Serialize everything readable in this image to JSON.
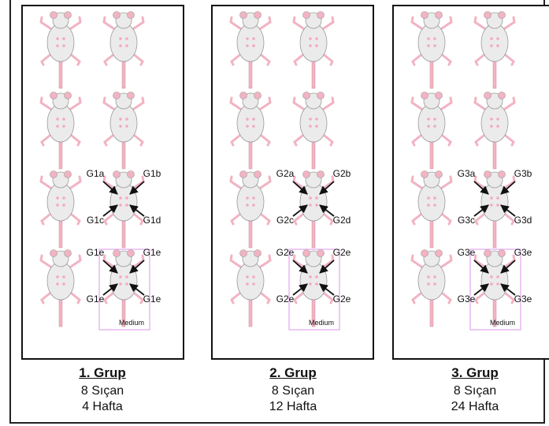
{
  "groups": [
    {
      "title": "1. Grup",
      "count": "8 Sıçan",
      "duration": "4 Hafta",
      "row3_labels": [
        "G1a",
        "G1b",
        "G1c",
        "G1d"
      ],
      "row4_labels": [
        "G1e",
        "G1e",
        "G1e",
        "G1e"
      ],
      "medium_label": "Medium"
    },
    {
      "title": "2. Grup",
      "count": "8 Sıçan",
      "duration": "12 Hafta",
      "row3_labels": [
        "G2a",
        "G2b",
        "G2c",
        "G2d"
      ],
      "row4_labels": [
        "G2e",
        "G2e",
        "G2e",
        "G2e"
      ],
      "medium_label": "Medium"
    },
    {
      "title": "3. Grup",
      "count": "8 Sıçan",
      "duration": "24 Hafta",
      "row3_labels": [
        "G3a",
        "G3b",
        "G3c",
        "G3d"
      ],
      "row4_labels": [
        "G3e",
        "G3e",
        "G3e",
        "G3e"
      ],
      "medium_label": "Medium"
    }
  ],
  "colors": {
    "rat_body": "#ebebeb",
    "rat_outline": "#9a9a9a",
    "rat_pink": "#f2b3c2",
    "spot": "#f4a9bd",
    "medium_box": "#e2a6ee",
    "arrow": "#111111"
  }
}
